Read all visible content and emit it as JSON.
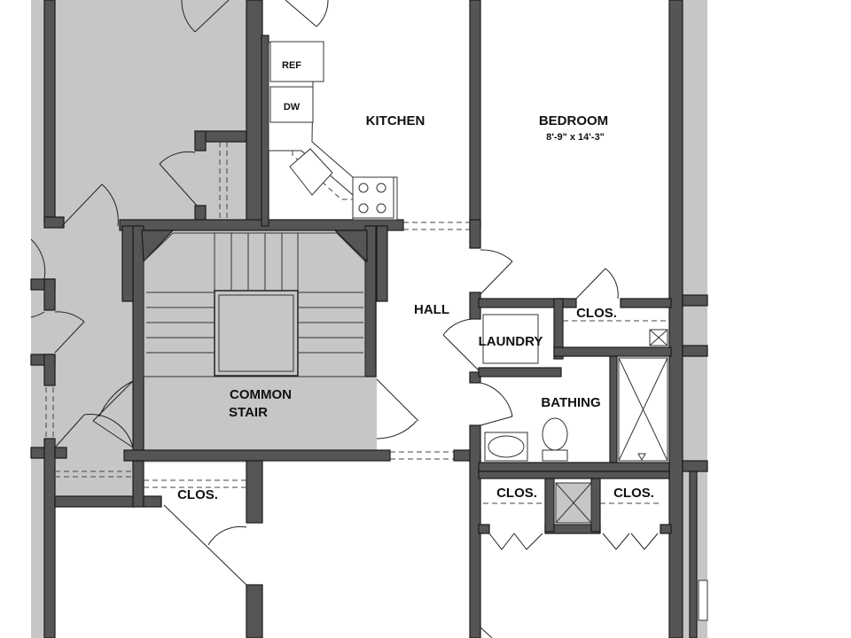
{
  "labels": {
    "kitchen": "KITCHEN",
    "bedroom": "BEDROOM",
    "bedroom_dims": "8'-9\" x 14'-3\"",
    "ref": "REF",
    "dw": "DW",
    "hall": "HALL",
    "laundry": "LAUNDRY",
    "bathing": "BATHING",
    "clos_top_right": "CLOS.",
    "clos_bottom_left": "CLOS.",
    "clos_bottom_mid": "CLOS.",
    "clos_bottom_right": "CLOS.",
    "common_stair_line1": "COMMON",
    "common_stair_line2": "STAIR"
  },
  "colors": {
    "wall": "#555555",
    "wall_outline": "#1a1a1a",
    "common_area": "#c6c6c6",
    "unit_floor": "#ffffff",
    "fixture": "#ffffff",
    "dashed_line": "#444444",
    "text": "#111111"
  }
}
